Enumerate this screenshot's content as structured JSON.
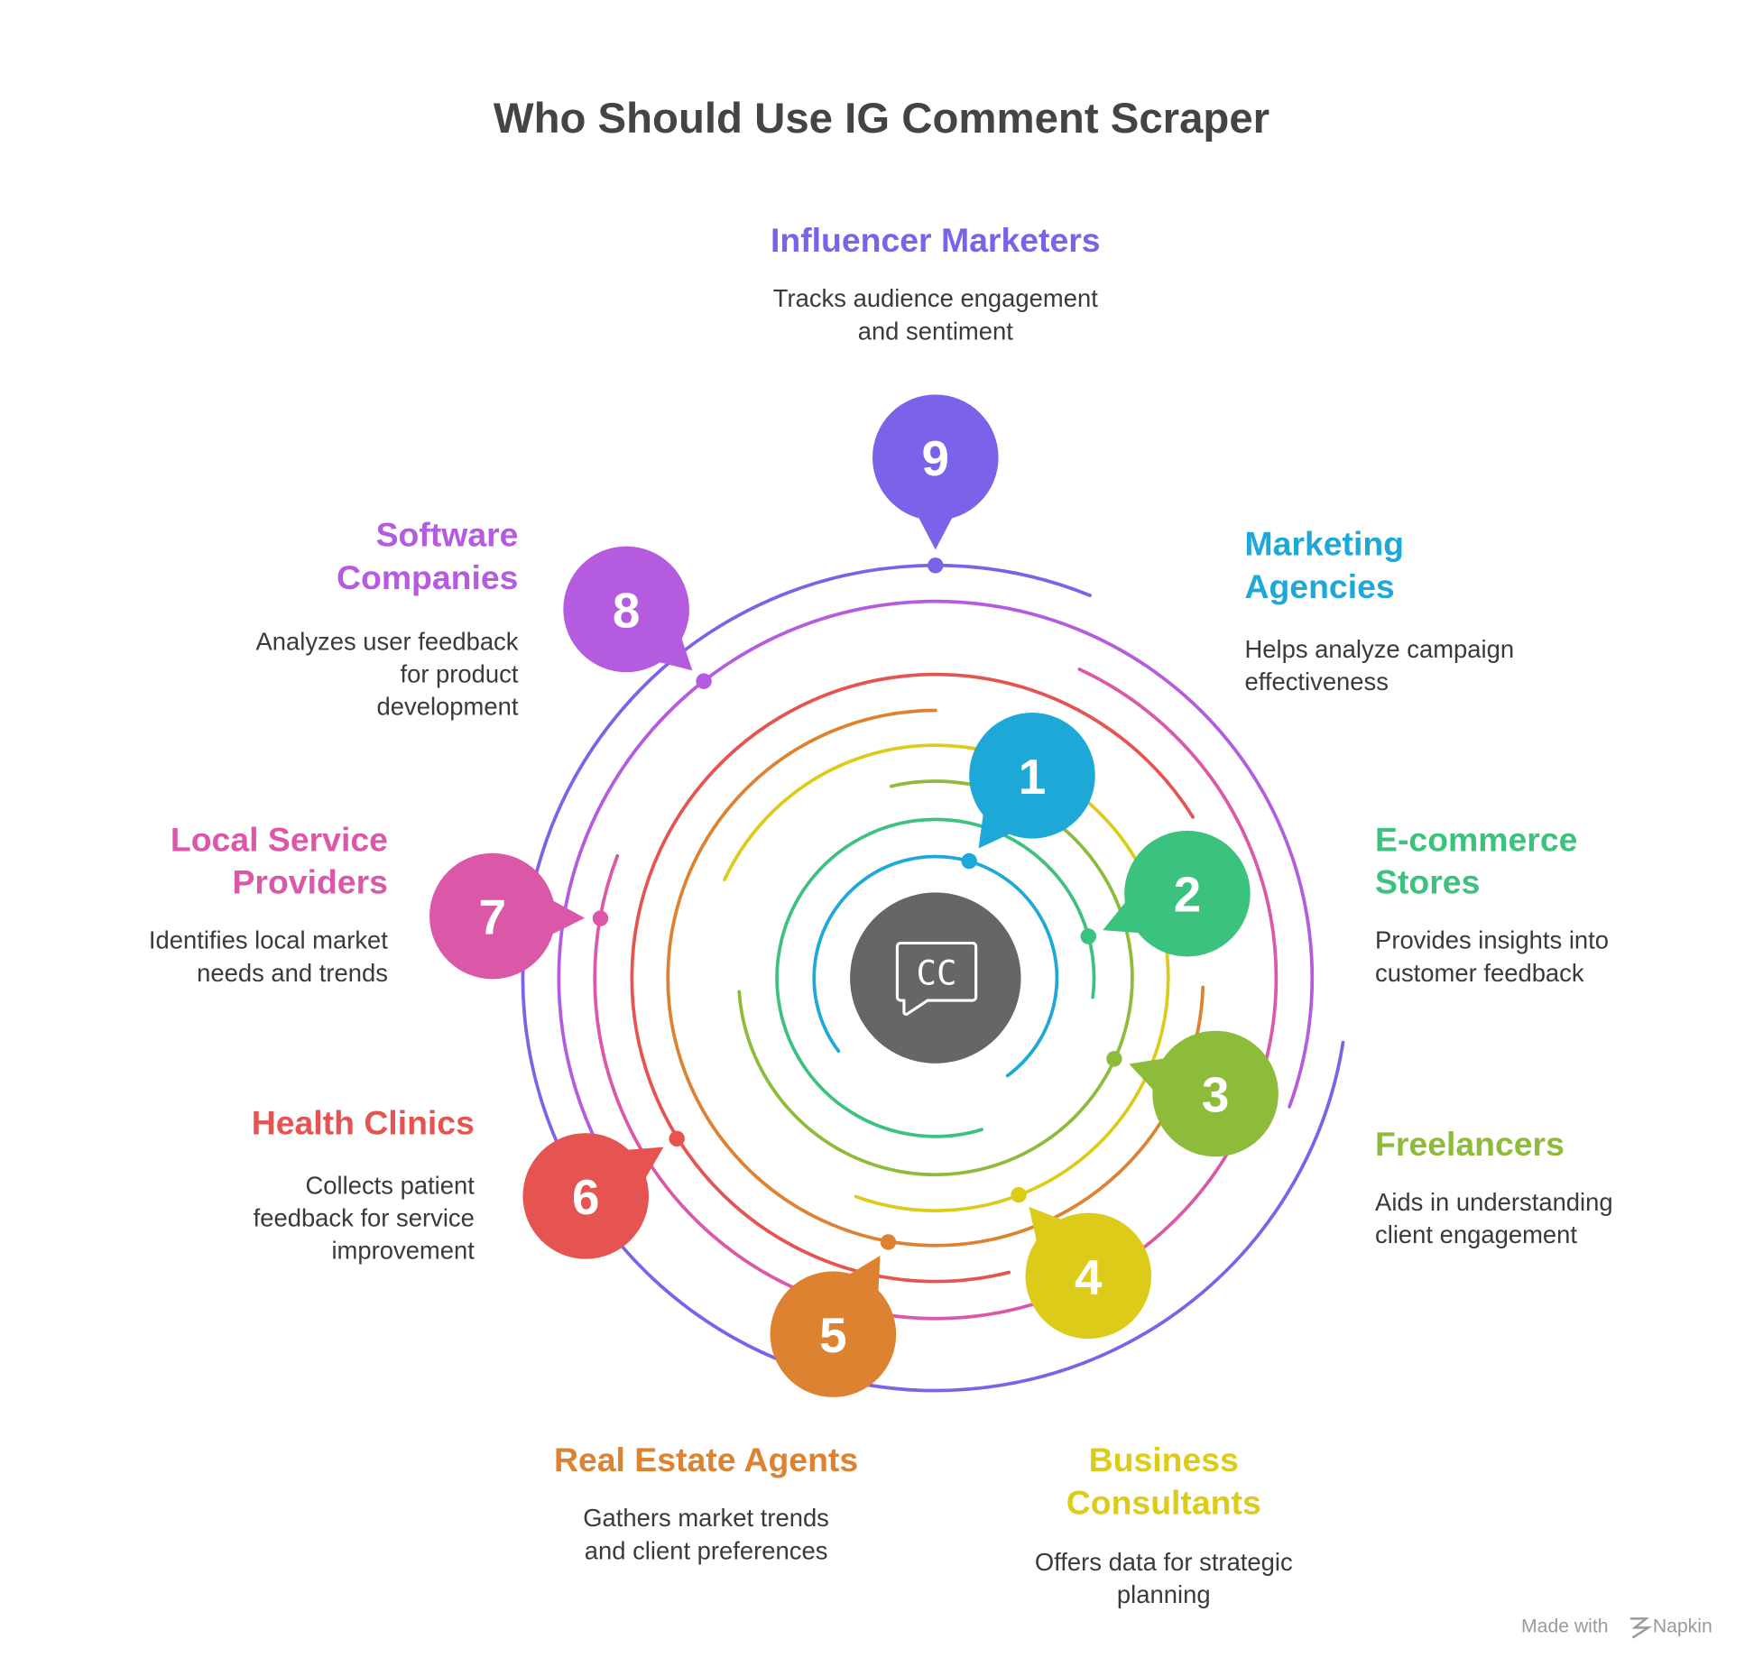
{
  "title": "Who Should Use IG Comment Scraper",
  "center_icon": "closed-caption-comment-icon",
  "center_icon_text": "CC",
  "items": [
    {
      "number": "1",
      "title": [
        "Marketing",
        "Agencies"
      ],
      "desc": [
        "Helps analyze campaign",
        "effectiveness"
      ],
      "color": "#1EA8D8"
    },
    {
      "number": "2",
      "title": [
        "E-commerce",
        "Stores"
      ],
      "desc": [
        "Provides insights into",
        "customer feedback"
      ],
      "color": "#3CC27F"
    },
    {
      "number": "3",
      "title": [
        "Freelancers"
      ],
      "desc": [
        "Aids in understanding",
        "client engagement"
      ],
      "color": "#8DBB3A"
    },
    {
      "number": "4",
      "title": [
        "Business",
        "Consultants"
      ],
      "desc": [
        "Offers data for strategic",
        "planning"
      ],
      "color": "#DDCB1A"
    },
    {
      "number": "5",
      "title": [
        "Real Estate Agents"
      ],
      "desc": [
        "Gathers market trends",
        "and client preferences"
      ],
      "color": "#DD8230"
    },
    {
      "number": "6",
      "title": [
        "Health Clinics"
      ],
      "desc": [
        "Collects patient",
        "feedback for service",
        "improvement"
      ],
      "color": "#E55450"
    },
    {
      "number": "7",
      "title": [
        "Local Service",
        "Providers"
      ],
      "desc": [
        "Identifies local market",
        "needs and trends"
      ],
      "color": "#DB57A8"
    },
    {
      "number": "8",
      "title": [
        "Software",
        "Companies"
      ],
      "desc": [
        "Analyzes user feedback",
        "for product",
        "development"
      ],
      "color": "#B55BE0"
    },
    {
      "number": "9",
      "title": [
        "Influencer Marketers"
      ],
      "desc": [
        "Tracks audience engagement",
        "and sentiment"
      ],
      "color": "#7B62E8"
    }
  ],
  "footer": {
    "made_with": "Made with",
    "brand": "Napkin"
  }
}
